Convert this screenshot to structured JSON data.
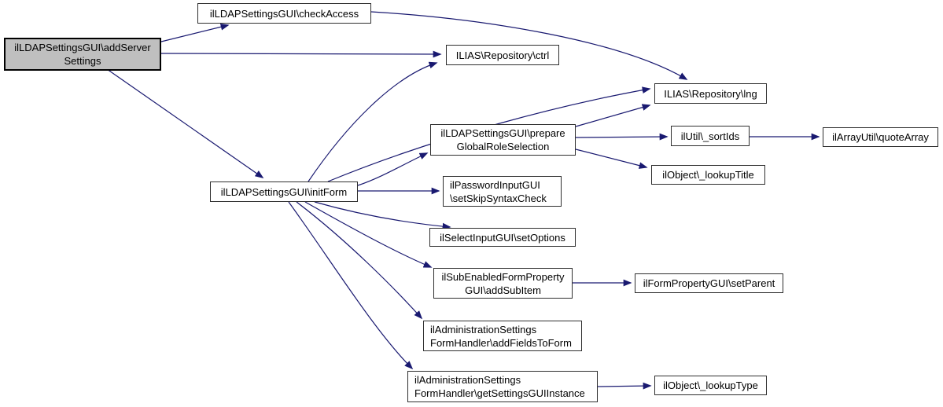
{
  "diagram": {
    "type": "call-graph",
    "colors": {
      "edge": "#191970",
      "node_fill": "#ffffff",
      "node_border": "#000000",
      "current_node_fill": "#bfbfbf"
    },
    "nodes": [
      {
        "id": "addServerSettings",
        "label": "ilLDAPSettingsGUI\\addServer\nSettings",
        "current": true
      },
      {
        "id": "checkAccess",
        "label": "ilLDAPSettingsGUI\\checkAccess"
      },
      {
        "id": "ctrl",
        "label": "ILIAS\\Repository\\ctrl"
      },
      {
        "id": "lng",
        "label": "ILIAS\\Repository\\lng"
      },
      {
        "id": "prepareGlobalRoleSelection",
        "label": "ilLDAPSettingsGUI\\prepare\nGlobalRoleSelection"
      },
      {
        "id": "sortIds",
        "label": "ilUtil\\_sortIds"
      },
      {
        "id": "quoteArray",
        "label": "ilArrayUtil\\quoteArray"
      },
      {
        "id": "lookupTitle",
        "label": "ilObject\\_lookupTitle"
      },
      {
        "id": "initForm",
        "label": "ilLDAPSettingsGUI\\initForm"
      },
      {
        "id": "setSkipSyntaxCheck",
        "label": "ilPasswordInputGUI\n\\setSkipSyntaxCheck"
      },
      {
        "id": "setOptions",
        "label": "ilSelectInputGUI\\setOptions"
      },
      {
        "id": "addSubItem",
        "label": "ilSubEnabledFormProperty\nGUI\\addSubItem"
      },
      {
        "id": "setParent",
        "label": "ilFormPropertyGUI\\setParent"
      },
      {
        "id": "addFieldsToForm",
        "label": "ilAdministrationSettings\nFormHandler\\addFieldsToForm"
      },
      {
        "id": "getSettingsGUIInstance",
        "label": "ilAdministrationSettings\nFormHandler\\getSettingsGUIInstance"
      },
      {
        "id": "lookupType",
        "label": "ilObject\\_lookupType"
      }
    ],
    "edges": [
      {
        "from": "addServerSettings",
        "to": "checkAccess"
      },
      {
        "from": "addServerSettings",
        "to": "ctrl"
      },
      {
        "from": "addServerSettings",
        "to": "initForm"
      },
      {
        "from": "checkAccess",
        "to": "lng"
      },
      {
        "from": "initForm",
        "to": "ctrl"
      },
      {
        "from": "initForm",
        "to": "lng"
      },
      {
        "from": "initForm",
        "to": "prepareGlobalRoleSelection"
      },
      {
        "from": "initForm",
        "to": "setSkipSyntaxCheck"
      },
      {
        "from": "initForm",
        "to": "setOptions"
      },
      {
        "from": "initForm",
        "to": "addSubItem"
      },
      {
        "from": "initForm",
        "to": "addFieldsToForm"
      },
      {
        "from": "initForm",
        "to": "getSettingsGUIInstance"
      },
      {
        "from": "prepareGlobalRoleSelection",
        "to": "lng"
      },
      {
        "from": "prepareGlobalRoleSelection",
        "to": "sortIds"
      },
      {
        "from": "prepareGlobalRoleSelection",
        "to": "lookupTitle"
      },
      {
        "from": "sortIds",
        "to": "quoteArray"
      },
      {
        "from": "addSubItem",
        "to": "setParent"
      },
      {
        "from": "getSettingsGUIInstance",
        "to": "lookupType"
      }
    ]
  }
}
